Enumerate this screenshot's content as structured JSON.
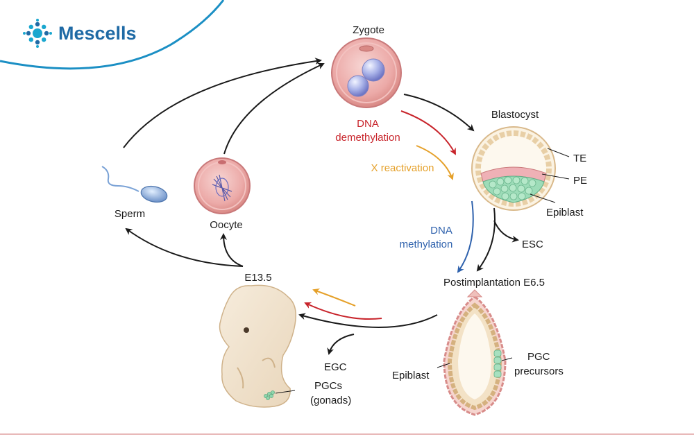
{
  "brand": {
    "name": "Mescells",
    "logo_icon": "dotted-circle-logo-icon",
    "colors": {
      "primary": "#1f6aa5",
      "accent": "#1aa7cf",
      "arc": "#1b8fc4"
    }
  },
  "stages": {
    "zygote": "Zygote",
    "blastocyst": "Blastocyst",
    "te": "TE",
    "pe": "PE",
    "epiblast_blastocyst": "Epiblast",
    "esc": "ESC",
    "postimplantation": "Postimplantation E6.5",
    "epiblast_post": "Epiblast",
    "pgc_precursors_1": "PGC",
    "pgc_precursors_2": "precursors",
    "e135": "E13.5",
    "egc": "EGC",
    "pgcs_1": "PGCs",
    "pgcs_2": "(gonads)",
    "sperm": "Sperm",
    "oocyte": "Oocyte"
  },
  "processes": {
    "dna_demethylation_1": "DNA",
    "dna_demethylation_2": "demethylation",
    "x_reactivation": "X reactivation",
    "dna_methylation_1": "DNA",
    "dna_methylation_2": "methylation"
  },
  "process_colors": {
    "demethylation": "#c8242b",
    "x_reactivation": "#e5a029",
    "methylation": "#2f62ad"
  }
}
